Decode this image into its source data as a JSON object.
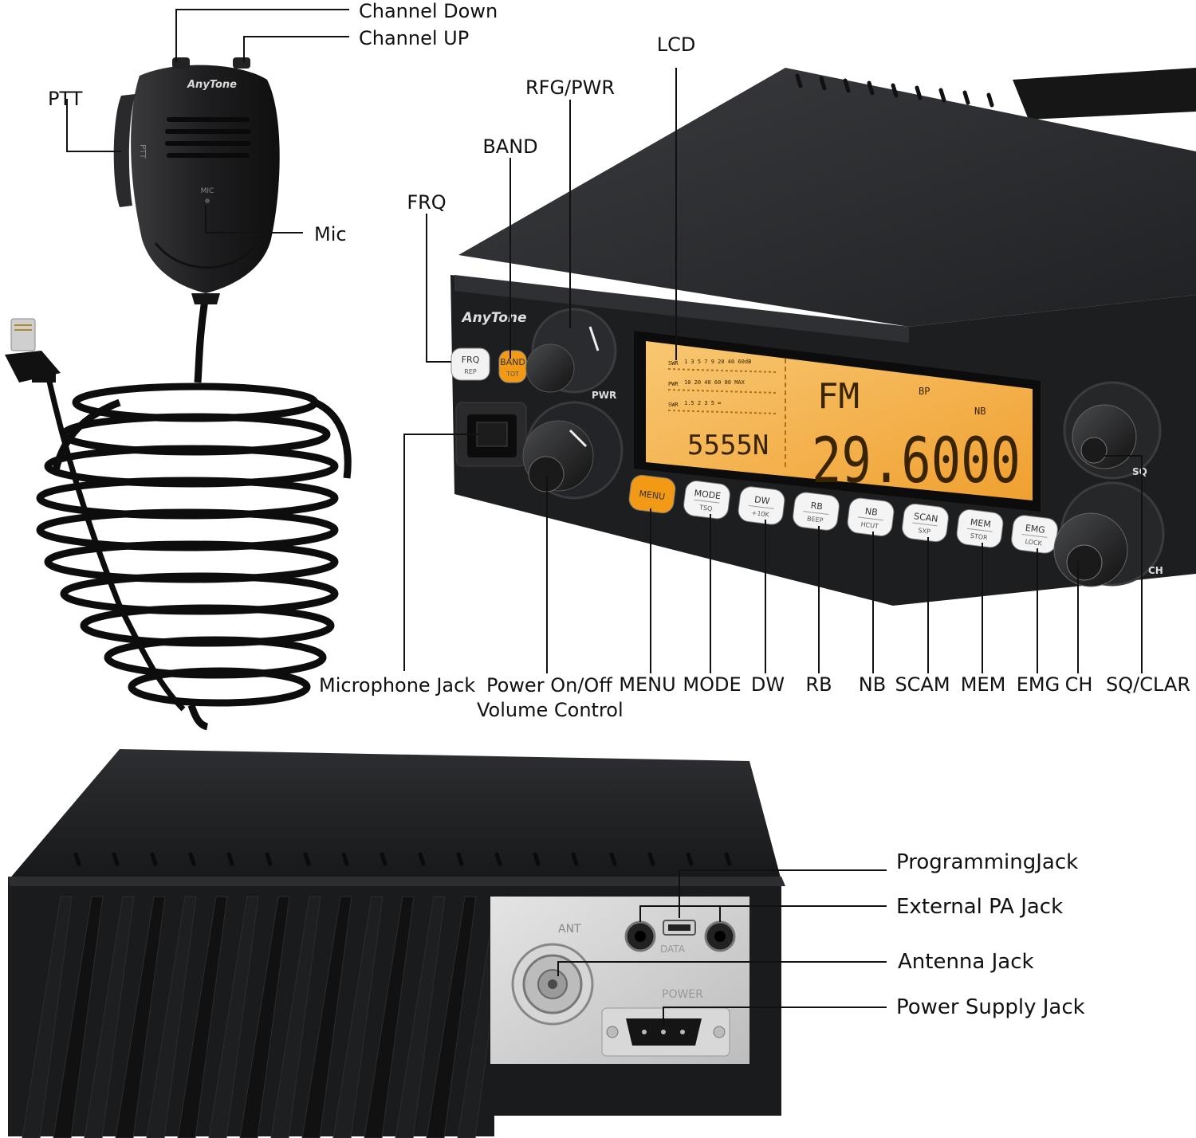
{
  "microphone": {
    "brand": "AnyTone",
    "body_marks": {
      "mic": "MIC",
      "ptt": "PTT"
    },
    "labels": {
      "channel_down": "Channel Down",
      "channel_up": "Channel UP",
      "ptt": "PTT",
      "mic": "Mic"
    }
  },
  "radio_front": {
    "brand": "AnyTone",
    "lcd": {
      "mode": "FM",
      "bp": "BP",
      "nb": "NB",
      "frequency": "29.6000",
      "signal": "5555N",
      "scales": [
        {
          "name": "SWR",
          "ticks": "1 3 5 7 9 20 40 60dB"
        },
        {
          "name": "PWR",
          "ticks": "10 20 40 60 80 MAX"
        },
        {
          "name": "SWR",
          "ticks": "1.5 2 3 5 ∞"
        }
      ]
    },
    "panel_buttons": [
      {
        "top": "FRQ",
        "sub": "REP"
      },
      {
        "top": "BAND",
        "sub": "TOT"
      }
    ],
    "knob_marks": {
      "pwr": "PWR",
      "sq": "SQ",
      "ch": "CH"
    },
    "row_buttons": [
      {
        "top": "MENU",
        "sub": "",
        "accent": true
      },
      {
        "top": "MODE",
        "sub": "TSQ"
      },
      {
        "top": "DW",
        "sub": "+10K"
      },
      {
        "top": "RB",
        "sub": "BEEP"
      },
      {
        "top": "NB",
        "sub": "HCUT"
      },
      {
        "top": "SCAN",
        "sub": "SXP"
      },
      {
        "top": "MEM",
        "sub": "STOR"
      },
      {
        "top": "EMG",
        "sub": "LOCK"
      }
    ],
    "labels": {
      "lcd": "LCD",
      "rfg_pwr": "RFG/PWR",
      "band": "BAND",
      "frq": "FRQ",
      "microphone_jack": "Microphone Jack",
      "power_onoff": "Power On/Off",
      "volume_control": "Volume Control",
      "menu": "MENU",
      "mode": "MODE",
      "dw": "DW",
      "rb": "RB",
      "nb": "NB",
      "scam": "SCAM",
      "mem": "MEM",
      "emg": "EMG",
      "ch": "CH",
      "sq_clar": "SQ/CLAR"
    }
  },
  "radio_rear": {
    "panel_marks": {
      "ant": "ANT",
      "data": "DATA",
      "power": "POWER"
    },
    "labels": {
      "programming_jack": "ProgrammingJack",
      "external_pa_jack": "External PA Jack",
      "antenna_jack": "Antenna Jack",
      "power_supply_jack": "Power Supply Jack"
    }
  },
  "colors": {
    "lcd_amber": "#f3a53a",
    "lcd_amber_light": "#f8c772",
    "accent_orange": "#f29a16",
    "radio_black": "#1b1c1e",
    "leader_line": "#111111"
  }
}
